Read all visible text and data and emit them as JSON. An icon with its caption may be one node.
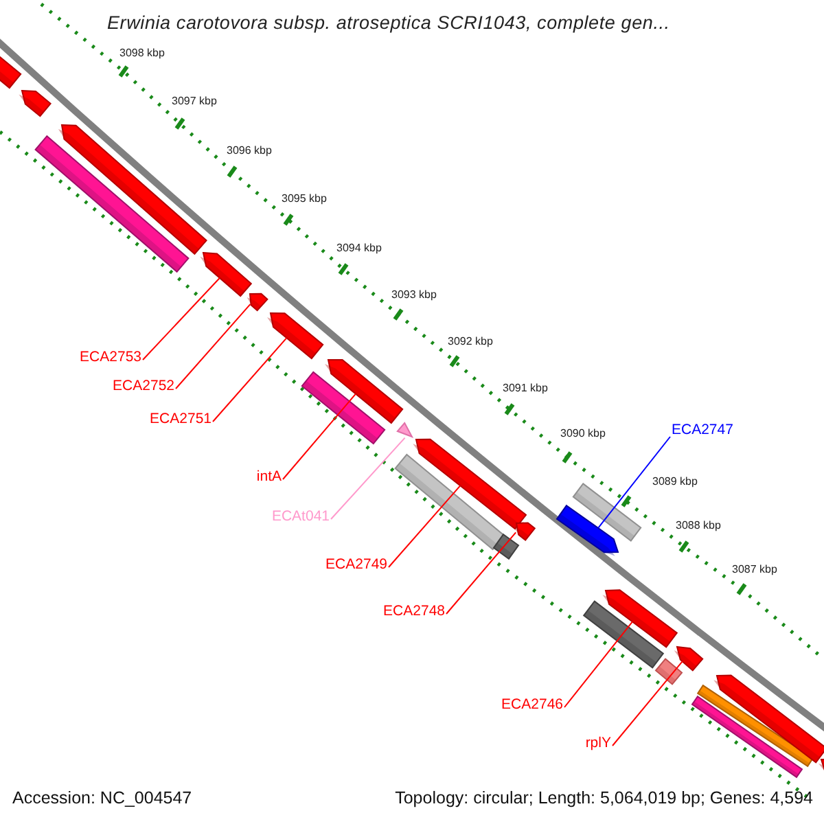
{
  "diagram": {
    "title": "Erwinia carotovora subsp. atroseptica SCRI1043, complete gen...",
    "nodes": [
      {
        "text": [
          "ECA2753"
        ]
      },
      {
        "text": [
          "ECA2752"
        ]
      },
      {
        "text": [
          "ECA2751"
        ]
      },
      {
        "text": [
          "ECA2747"
        ]
      },
      {
        "text": [
          "intA"
        ]
      },
      {
        "text": [
          "ECAt041"
        ]
      },
      {
        "text": [
          "ECA2749"
        ]
      },
      {
        "text": [
          "ECA2748"
        ]
      },
      {
        "text": [
          "ECA2746"
        ]
      },
      {
        "text": [
          "rplY"
        ]
      },
      {
        "text": [],
        "shape": "bar"
      },
      {
        "text": [],
        "shape": "bar"
      },
      {
        "text": [],
        "shape": "bar"
      },
      {
        "text": [],
        "shape": "bar"
      },
      {
        "text": [],
        "shape": "bar"
      },
      {
        "text": [],
        "shape": "bar"
      },
      {
        "text": [],
        "shape": "bar"
      },
      {
        "text": [],
        "shape": "bar"
      },
      {
        "text": [],
        "shape": "bar"
      },
      {
        "text": [],
        "shape": "triangle"
      },
      {
        "text": [],
        "shape": "bar"
      },
      {
        "text": [],
        "shape": "bar"
      },
      {
        "text": [],
        "shape": "bar"
      },
      {
        "text": [],
        "shape": "bar"
      },
      {
        "text": [],
        "shape": "bar"
      },
      {
        "text": [],
        "shape": "bar"
      },
      {
        "text": [],
        "shape": "bar"
      },
      {
        "text": [],
        "shape": "bar"
      },
      {
        "text": [],
        "shape": "bar"
      },
      {
        "text": [],
        "shape": "bar"
      },
      {
        "text": [],
        "shape": "bar"
      },
      {
        "text": [],
        "shape": "bar"
      },
      {
        "text": [],
        "shape": "bar"
      },
      {
        "text": [],
        "shape": "bar"
      }
    ],
    "edges": [
      {
        "from": 0,
        "to": 14,
        "arrow": "none"
      },
      {
        "from": 1,
        "to": 15,
        "arrow": "none"
      },
      {
        "from": 2,
        "to": 16,
        "arrow": "none"
      },
      {
        "from": 3,
        "to": 24,
        "arrow": "none",
        "color": "#0000ff"
      },
      {
        "from": 4,
        "to": 18,
        "arrow": "none"
      },
      {
        "from": 5,
        "to": 19,
        "arrow": "none",
        "color": "#ff99cc"
      },
      {
        "from": 6,
        "to": 21,
        "arrow": "none"
      },
      {
        "from": 7,
        "to": 23,
        "arrow": "none"
      },
      {
        "from": 8,
        "to": 27,
        "arrow": "none"
      },
      {
        "from": 9,
        "to": 29,
        "arrow": "none"
      }
    ],
    "labels": [
      "3098 kbp",
      "3097 kbp",
      "3096 kbp",
      "3095 kbp",
      "3094 kbp",
      "3093 kbp",
      "3092 kbp",
      "3091 kbp",
      "3090 kbp",
      "3089 kbp",
      "3088 kbp",
      "3087 kbp",
      "Accession: NC_004547",
      "Topology: circular; Length: 5,064,019 bp; Genes: 4,594"
    ]
  }
}
